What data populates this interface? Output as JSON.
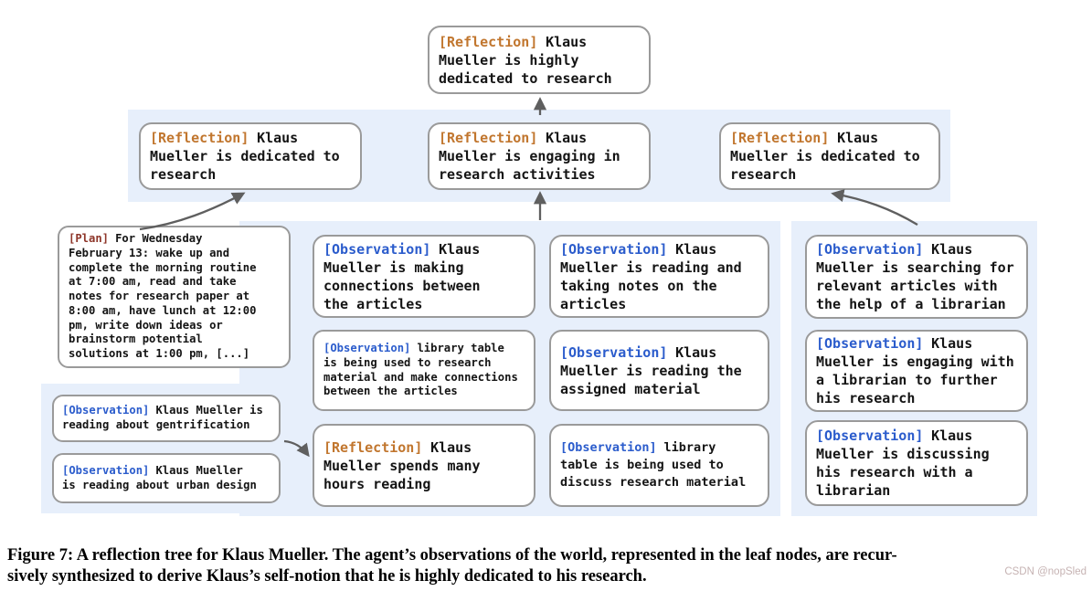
{
  "figure": {
    "caption_line1": "Figure 7: A reflection tree for Klaus Mueller. The agent’s observations of the world, represented in the leaf nodes, are recur-",
    "caption_line2": "sively synthesized to derive Klaus’s self-notion that he is highly dedicated to his research.",
    "watermark": "CSDN @nopSled"
  },
  "colors": {
    "reflection_tag": "#c1762e",
    "observation_tag": "#2b5ccc",
    "plan_tag": "#8e362a",
    "panel_background": "#e7effb",
    "node_border": "#9a9a9a",
    "arrow": "#5f5f5f"
  },
  "tree": {
    "root": {
      "tag": "[Reflection]",
      "text": "Klaus\nMueller is highly\ndedicated to research"
    },
    "level2": [
      {
        "tag": "[Reflection]",
        "text": "Klaus\nMueller is dedicated to\nresearch"
      },
      {
        "tag": "[Reflection]",
        "text": "Klaus\nMueller is engaging in\nresearch activities"
      },
      {
        "tag": "[Reflection]",
        "text": "Klaus\nMueller is dedicated to\nresearch"
      }
    ],
    "plan": {
      "tag": "[Plan]",
      "text": "For Wednesday\nFebruary 13: wake up and\ncomplete the morning routine\nat 7:00 am, read and take\nnotes for research paper at\n8:00 am, have lunch at 12:00\npm, write down ideas or\nbrainstorm potential\nsolutions at 1:00 pm, [...]"
    },
    "middle": [
      {
        "tag": "[Observation]",
        "text": "Klaus\nMueller is making\nconnections between\nthe articles"
      },
      {
        "tag": "[Observation]",
        "text": "Klaus\nMueller is reading and\ntaking notes on the\narticles"
      },
      {
        "tag": "[Observation]",
        "text": "library table\nis being used to research\nmaterial and make connections\nbetween the articles"
      },
      {
        "tag": "[Observation]",
        "text": "Klaus\nMueller is reading the\nassigned material"
      },
      {
        "tag": "[Reflection]",
        "text": "Klaus\nMueller spends many\nhours reading"
      },
      {
        "tag": "[Observation]",
        "text": "library\ntable is being used to\ndiscuss research material"
      }
    ],
    "right": [
      {
        "tag": "[Observation]",
        "text": "Klaus\nMueller is searching for\nrelevant articles with\nthe help of a librarian"
      },
      {
        "tag": "[Observation]",
        "text": "Klaus\nMueller is engaging with\na librarian to further\nhis research"
      },
      {
        "tag": "[Observation]",
        "text": "Klaus\nMueller is discussing\nhis research with a\nlibrarian"
      }
    ],
    "bottom_left": [
      {
        "tag": "[Observation]",
        "text": "Klaus Mueller is\nreading about gentrification"
      },
      {
        "tag": "[Observation]",
        "text": "Klaus Mueller\nis reading about urban design"
      }
    ]
  }
}
